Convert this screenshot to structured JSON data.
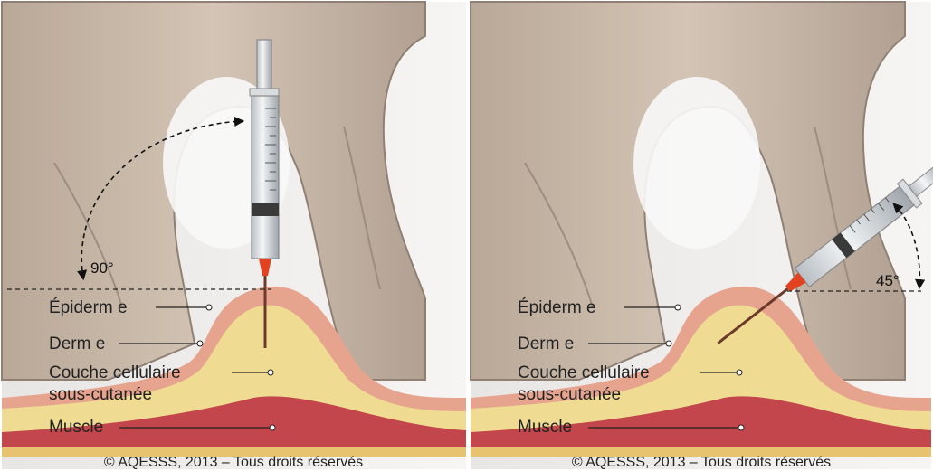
{
  "panels": [
    {
      "id": "left",
      "angle_label": "90°",
      "labels": {
        "epidermis": "Épiderm e",
        "dermis": "Derm e",
        "subcut_line1": "Couche cellulaire",
        "subcut_line2": "sous-cutanée",
        "muscle": "Muscle"
      },
      "copyright": "© AQESSS, 2013 – Tous droits réservés"
    },
    {
      "id": "right",
      "angle_label": "45°",
      "labels": {
        "epidermis": "Épiderm e",
        "dermis": "Derm e",
        "subcut_line1": "Couche cellulaire",
        "subcut_line2": "sous-cutanée",
        "muscle": "Muscle"
      },
      "copyright": "© AQESSS, 2013 – Tous droits réservés"
    }
  ],
  "colors": {
    "skin": "#c9b9a9",
    "skin_shadow": "#a8978a",
    "epidermis": "#e6a48f",
    "fat": "#efdc92",
    "muscle": "#c2464b",
    "needle_hub": "#e2421f",
    "barrel": "#e4e7ea"
  }
}
